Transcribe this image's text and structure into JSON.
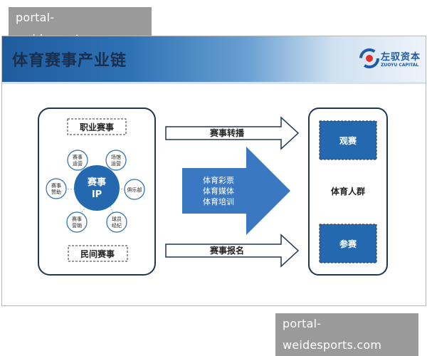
{
  "watermark": {
    "top_text": "portal-weidesports.com",
    "bottom_text": "portal-weidesports.com"
  },
  "slide": {
    "title": "体育赛事产业链",
    "logo": {
      "chinese": "左驭资本",
      "english": "ZUOYU CAPITAL"
    }
  },
  "diagram": {
    "left_panel": {
      "top_label": "职业赛事",
      "bottom_label": "民间赛事",
      "center": {
        "line1": "赛事",
        "line2": "IP"
      },
      "satellites": [
        {
          "line1": "赛事",
          "line2": "运营"
        },
        {
          "line1": "场馆",
          "line2": "运营"
        },
        {
          "line1": "俱乐部",
          "line2": ""
        },
        {
          "line1": "球员",
          "line2": "经纪"
        },
        {
          "line1": "赛事",
          "line2": "营销"
        },
        {
          "line1": "赛事",
          "line2": "赞助"
        }
      ]
    },
    "arrows": {
      "top": "赛事转播",
      "middle": [
        "体育彩票",
        "体育媒体",
        "体育培训"
      ],
      "bottom": "赛事报名"
    },
    "right_panel": {
      "top_box": "观赛",
      "middle": "体育人群",
      "bottom_box": "参赛"
    }
  },
  "colors": {
    "header_dark": "#1f5c9e",
    "box_blue": "#2468b0",
    "big_arrow": "#3b78c2",
    "panel_border": "#1e3553",
    "satellite_border": "#2b6cb0"
  }
}
